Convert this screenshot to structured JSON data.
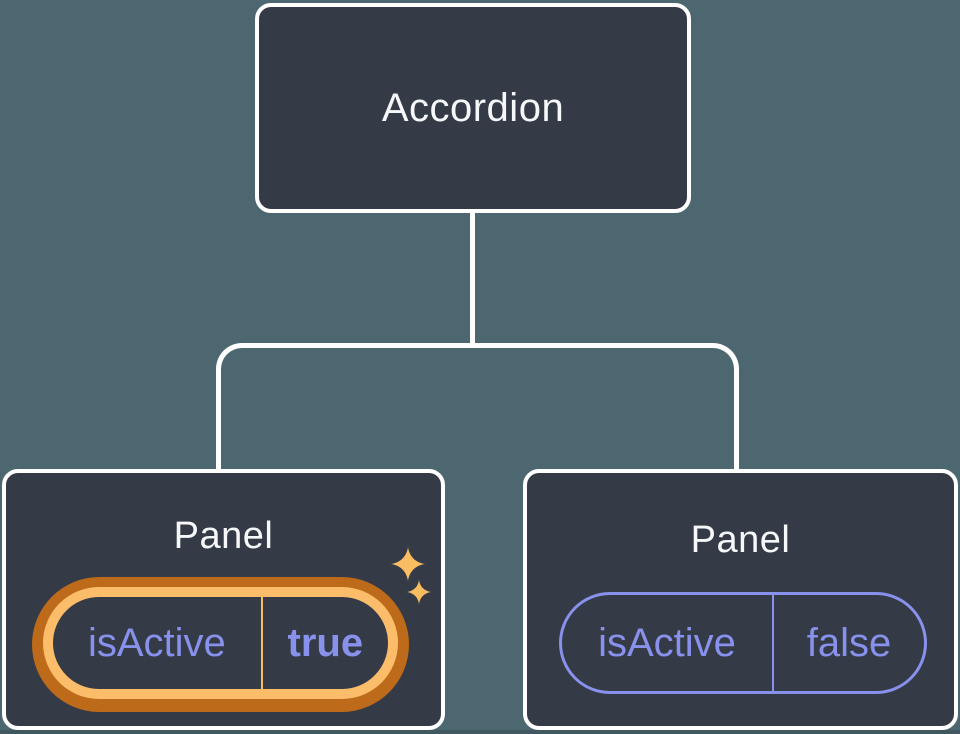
{
  "colors": {
    "background": "#4d6770",
    "card": "#343a46",
    "connector": "#ffffff",
    "title_text": "#f6f7f9",
    "state_purple": "#8891ec",
    "highlight_orange_dark": "#bd6a1b",
    "highlight_orange_light": "#fcbd6a",
    "sparkle": "#fabd62"
  },
  "diagram": {
    "root": {
      "label": "Accordion"
    },
    "panels": [
      {
        "title": "Panel",
        "state": {
          "key": "isActive",
          "value": "true"
        },
        "highlighted": true
      },
      {
        "title": "Panel",
        "state": {
          "key": "isActive",
          "value": "false"
        },
        "highlighted": false
      }
    ]
  }
}
